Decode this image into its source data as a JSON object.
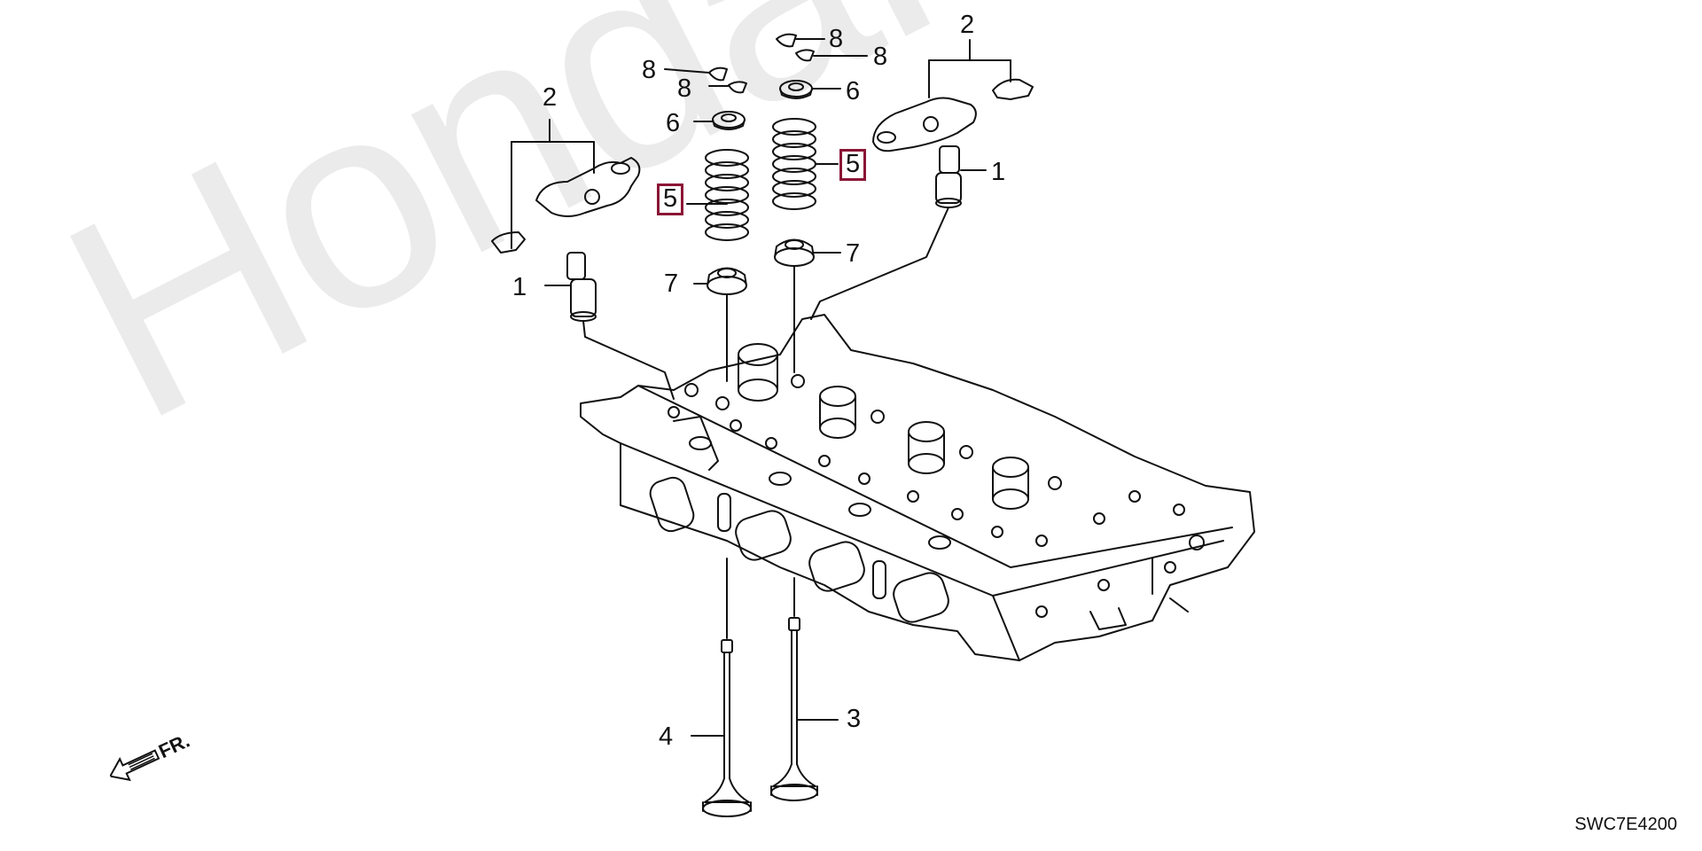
{
  "watermark": "HondaPartMine.ru",
  "diagram_code": "SWC7E4200",
  "direction_label": "FR.",
  "callouts": [
    {
      "id": "c-2-left",
      "label": "2"
    },
    {
      "id": "c-2-right",
      "label": "2"
    },
    {
      "id": "c-8-a",
      "label": "8"
    },
    {
      "id": "c-8-b",
      "label": "8"
    },
    {
      "id": "c-8-c",
      "label": "8"
    },
    {
      "id": "c-8-d",
      "label": "8"
    },
    {
      "id": "c-6-left",
      "label": "6"
    },
    {
      "id": "c-6-right",
      "label": "6"
    },
    {
      "id": "c-5-left",
      "label": "5"
    },
    {
      "id": "c-5-right",
      "label": "5"
    },
    {
      "id": "c-7-left",
      "label": "7"
    },
    {
      "id": "c-7-right",
      "label": "7"
    },
    {
      "id": "c-1-left",
      "label": "1"
    },
    {
      "id": "c-1-right",
      "label": "1"
    },
    {
      "id": "c-4",
      "label": "4"
    },
    {
      "id": "c-3",
      "label": "3"
    }
  ],
  "colors": {
    "line": "#111111",
    "highlight_box": "#8b1535",
    "watermark": "#ebebeb"
  }
}
